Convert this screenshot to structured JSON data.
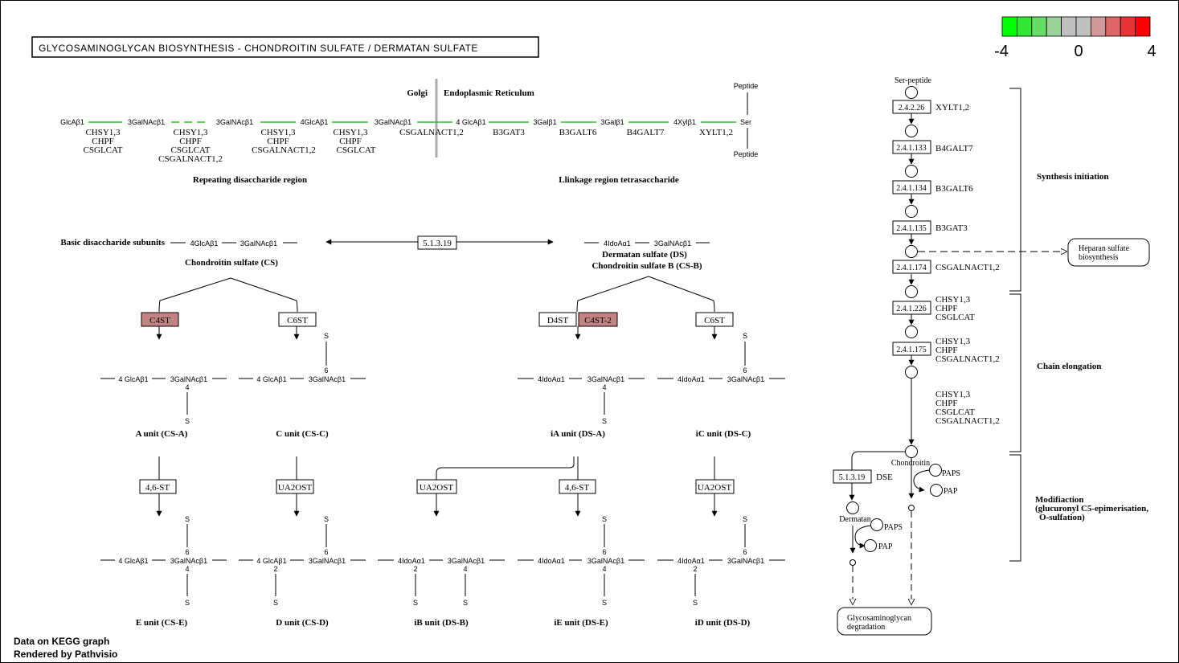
{
  "title": "GLYCOSAMINOGLYCAN BIOSYNTHESIS - CHONDROITIN SULFATE / DERMATAN SULFATE",
  "legend": {
    "min_label": "-4",
    "mid_label": "0",
    "max_label": "4",
    "colors": [
      "#00ff00",
      "#33e633",
      "#66dd66",
      "#99d199",
      "#c0c0c0",
      "#c0c0c0",
      "#d19999",
      "#dd6666",
      "#e63333",
      "#ff0000"
    ]
  },
  "footer": {
    "line1": "Data on KEGG graph",
    "line2": "Rendered by Pathvisio"
  },
  "linkage": {
    "golgi": "Golgi",
    "er": "Endoplasmic Reticulum",
    "peptide_top": "Peptide",
    "peptide_bottom": "Peptide",
    "residues": [
      "GlcAβ1",
      "3GalNAcβ1",
      "3GalNAcβ1",
      "4GlcAβ1",
      "3GalNAcβ1",
      "4 GlcAβ1",
      "3Galβ1",
      "3Galβ1",
      "4Xylβ1",
      "Ser"
    ],
    "enzymes": [
      [
        "CHSY1,3",
        "CHPF",
        "CSGLCAT"
      ],
      [
        "CHSY1,3",
        "CHPF",
        "CSGLCAT",
        "CSGALNACT1,2"
      ],
      [
        "CHSY1,3",
        "CHPF",
        "CSGALNACT1,2"
      ],
      [
        "CHSY1,3",
        "CHPF",
        "CSGLCAT"
      ],
      [
        "CSGALNACT1,2"
      ],
      [
        "B3GAT3"
      ],
      [
        "B3GALT6"
      ],
      [
        "B4GALT7"
      ],
      [
        "XYLT1,2"
      ]
    ],
    "region_repeat": "Repeating disaccharide region",
    "region_linkage": "Llinkage region tetrasaccharide"
  },
  "basic": {
    "label": "Basic disaccharide subunits",
    "cs_chain": [
      "4GlcAβ1",
      "3GalNAcβ1"
    ],
    "cs_name": "Chondroitin sulfate (CS)",
    "ds_chain": [
      "4IdoAα1",
      "3GalNAcβ1"
    ],
    "ds_name1": "Dermatan sulfate (DS)",
    "ds_name2": "Chondroitin sulfate B (CS-B)",
    "epimerase": "5.1.3.19"
  },
  "enzymes_mid": {
    "c4st": "C4ST",
    "c6st_left": "C6ST",
    "d4st": "D4ST",
    "c4st2": "C4ST-2",
    "c6st_right": "C6ST"
  },
  "units_row1": [
    {
      "chain": [
        "4 GlcAβ1",
        "3GalNAcβ1"
      ],
      "name": "A unit (CS-A)"
    },
    {
      "chain": [
        "4 GlcAβ1",
        "3GalNAcβ1"
      ],
      "name": "C unit (CS-C)"
    },
    {
      "chain": [
        "4IdoAα1",
        "3GalNAcβ1"
      ],
      "name": "iA unit (DS-A)"
    },
    {
      "chain": [
        "4IdoAα1",
        "3GalNAcβ1"
      ],
      "name": "iC unit (DS-C)"
    }
  ],
  "enzymes_low": [
    "4,6-ST",
    "UA2OST",
    "UA2OST",
    "4,6-ST",
    "UA2OST"
  ],
  "units_row2": [
    {
      "chain": [
        "4 GlcAβ1",
        "3GalNAcβ1"
      ],
      "name": "E unit (CS-E)"
    },
    {
      "chain": [
        "4 GlcAβ1",
        "3GalNAcβ1"
      ],
      "name": "D unit (CS-D)"
    },
    {
      "chain": [
        "4IdoAα1",
        "3GalNAcβ1"
      ],
      "name": "iB unit (DS-B)"
    },
    {
      "chain": [
        "4IdoAα1",
        "3GalNAcβ1"
      ],
      "name": "iE unit (DS-E)"
    },
    {
      "chain": [
        "4IdoAα1",
        "3GalNAcβ1"
      ],
      "name": "iD unit (DS-D)"
    }
  ],
  "sulfate": {
    "s": "S",
    "pos4": "4",
    "pos6": "6",
    "pos2": "2"
  },
  "right_pathway": {
    "start": "Ser-peptide",
    "steps": [
      {
        "ec": "2.4.2.26",
        "genes": [
          "XYLT1,2"
        ]
      },
      {
        "ec": "2.4.1.133",
        "genes": [
          "B4GALT7"
        ]
      },
      {
        "ec": "2.4.1.134",
        "genes": [
          "B3GALT6"
        ]
      },
      {
        "ec": "2.4.1.135",
        "genes": [
          "B3GAT3"
        ]
      },
      {
        "ec": "2.4.1.174",
        "genes": [
          "CSGALNACT1,2"
        ]
      },
      {
        "ec": "2.4.1.226",
        "genes": [
          "CHSY1,3",
          "CHPF",
          "CSGLCAT"
        ]
      },
      {
        "ec": "2.4.1.175",
        "genes": [
          "CHSY1,3",
          "CHPF",
          "CSGALNACT1,2"
        ]
      }
    ],
    "elongation_genes": [
      "CHSY1,3",
      "CHPF",
      "CSGLCAT",
      "CSGALNACT1,2"
    ],
    "heparan": [
      "Heparan sulfate",
      "biosynthesis"
    ],
    "chondroitin": "Chondroitin",
    "dermatan": "Dermatan",
    "paps": "PAPS",
    "pap": "PAP",
    "dse_ec": "5.1.3.19",
    "dse": "DSE",
    "degradation": [
      "Glycosaminoglycan",
      "degradation"
    ],
    "phase_initiation": "Synthesis initiation",
    "phase_elongation": "Chain elongation",
    "phase_modification": [
      "Modifiaction",
      "(glucuronyl C5-epimerisation,",
      "O-sulfation)"
    ]
  }
}
